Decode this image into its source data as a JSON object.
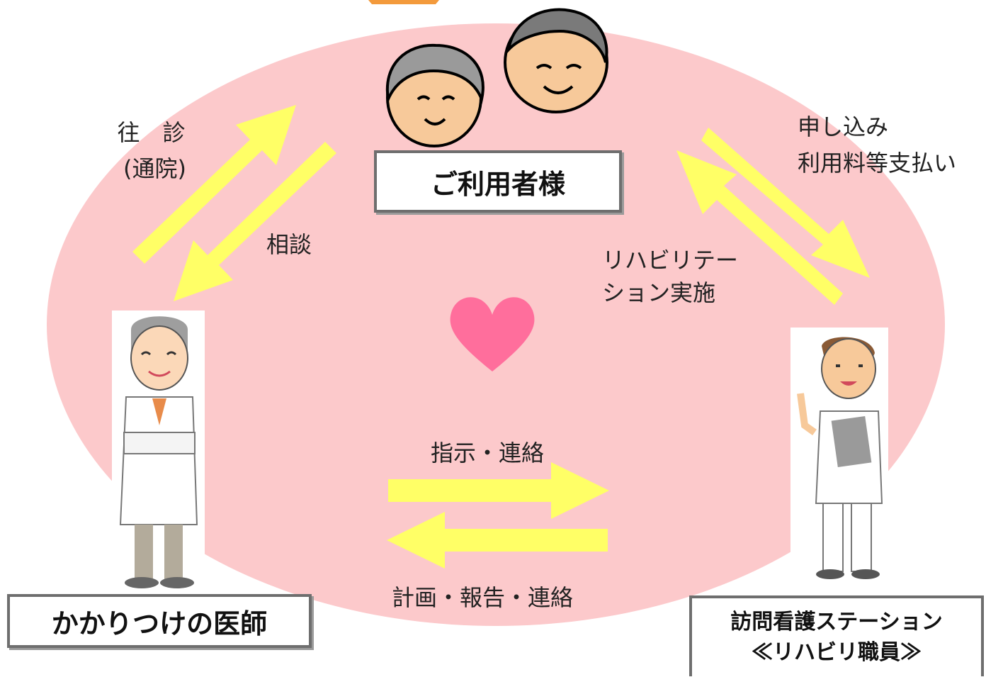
{
  "colors": {
    "ellipse": "#fcc9cb",
    "arrow": "#ffff66",
    "heart": "#ff6e9c",
    "box_border": "#6e6e6e",
    "title_orange": "#f39a3c"
  },
  "nodes": {
    "user": {
      "label": "ご利用者様"
    },
    "doctor": {
      "label": "かかりつけの医師"
    },
    "station": {
      "line1": "訪問看護ステーション",
      "line2": "≪リハビリ職員≫"
    }
  },
  "edges": {
    "visit": {
      "line1": "往　診",
      "line2": "(通院)"
    },
    "consult": {
      "label": "相談"
    },
    "apply": {
      "line1": "申し込み",
      "line2": "利用料等支払い"
    },
    "rehab": {
      "line1": "リハビリテー",
      "line2": "ション実施"
    },
    "instruct": {
      "label": "指示・連絡"
    },
    "report": {
      "label": "計画・報告・連絡"
    }
  },
  "icons": [
    "elderly-couple-icon",
    "doctor-icon",
    "therapist-icon",
    "heart-icon"
  ]
}
